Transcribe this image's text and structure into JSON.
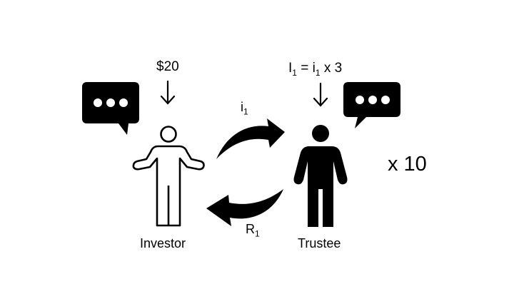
{
  "diagram": {
    "investor": {
      "label": "Investor",
      "endowment": "$20"
    },
    "trustee": {
      "label": "Trustee",
      "formula": {
        "var": "I",
        "sub1": "1",
        "eq": " = ",
        "var2": "i",
        "sub2": "1",
        "rest": " x 3"
      }
    },
    "transfer_forward": {
      "var": "i",
      "sub": "1"
    },
    "transfer_back": {
      "var": "R",
      "sub": "1"
    },
    "repeat": "x 10"
  },
  "colors": {
    "ink": "#000000",
    "background": "#ffffff"
  },
  "icons": {
    "investor": "person-outline-icon",
    "trustee": "person-solid-icon",
    "speech": "speech-bubble-ellipsis-icon",
    "arrow": "curved-arrow-icon"
  }
}
